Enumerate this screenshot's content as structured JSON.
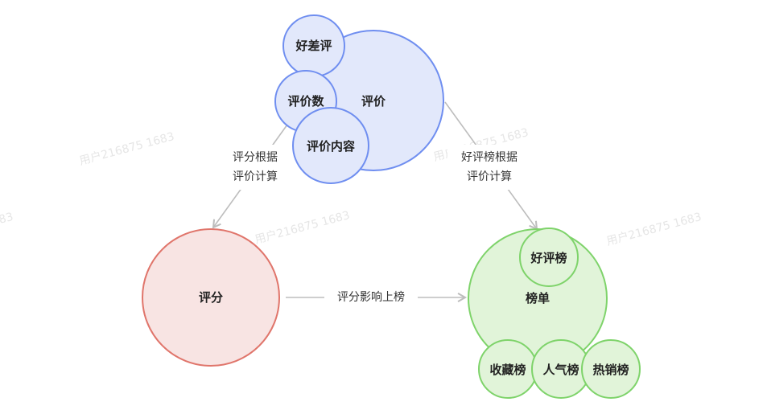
{
  "watermark": {
    "text": "用户216875 1683",
    "partial": "83"
  },
  "colors": {
    "blue_stroke": "#6f8ef0",
    "blue_fill": "#e2e8fb",
    "red_stroke": "#e0756b",
    "red_fill": "#f8e4e3",
    "green_stroke": "#7ed36a",
    "green_fill": "#e1f4d9",
    "arrow": "#bdbdbd"
  },
  "nodes": {
    "review": "评价",
    "good_bad_review": "好差评",
    "review_count": "评价数",
    "review_content": "评价内容",
    "rating": "评分",
    "ranking": "榜单",
    "good_review_list": "好评榜",
    "favorites_list": "收藏榜",
    "popularity_list": "人气榜",
    "bestseller_list": "热销榜"
  },
  "edges": {
    "review_to_rating": {
      "line1": "评分根据",
      "line2": "评价计算"
    },
    "review_to_ranking": {
      "line1": "好评榜根据",
      "line2": "评价计算"
    },
    "rating_to_ranking": {
      "label": "评分影响上榜"
    }
  }
}
